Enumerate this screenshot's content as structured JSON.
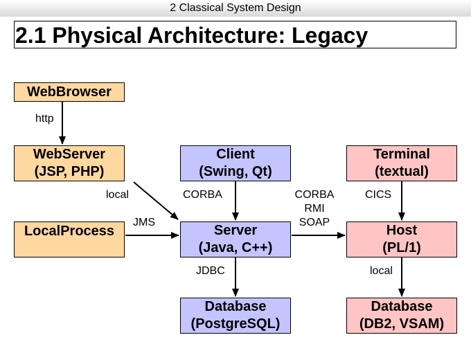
{
  "header": {
    "section": "2 Classical System Design"
  },
  "slide": {
    "title": "2.1 Physical Architecture: Legacy"
  },
  "nodes": {
    "webbrowser": {
      "line1": "WebBrowser"
    },
    "webserver": {
      "line1": "WebServer",
      "line2": "(JSP, PHP)"
    },
    "localprocess": {
      "line1": "LocalProcess"
    },
    "client": {
      "line1": "Client",
      "line2": "(Swing, Qt)"
    },
    "server": {
      "line1": "Server",
      "line2": "(Java, C++)"
    },
    "database_pg": {
      "line1": "Database",
      "line2": "(PostgreSQL)"
    },
    "terminal": {
      "line1": "Terminal",
      "line2": "(textual)"
    },
    "host": {
      "line1": "Host",
      "line2": "(PL/1)"
    },
    "database_db2": {
      "line1": "Database",
      "line2": "(DB2, VSAM)"
    }
  },
  "edges": {
    "http": "http",
    "local_web": "local",
    "jms": "JMS",
    "corba_client": "CORBA",
    "jdbc": "JDBC",
    "server_host": [
      "CORBA",
      "RMI",
      "SOAP"
    ],
    "cics": "CICS",
    "local_host": "local"
  },
  "colors": {
    "orange": "#ffd8a0",
    "blue": "#c4c4ff",
    "pink": "#ffc4c4"
  }
}
